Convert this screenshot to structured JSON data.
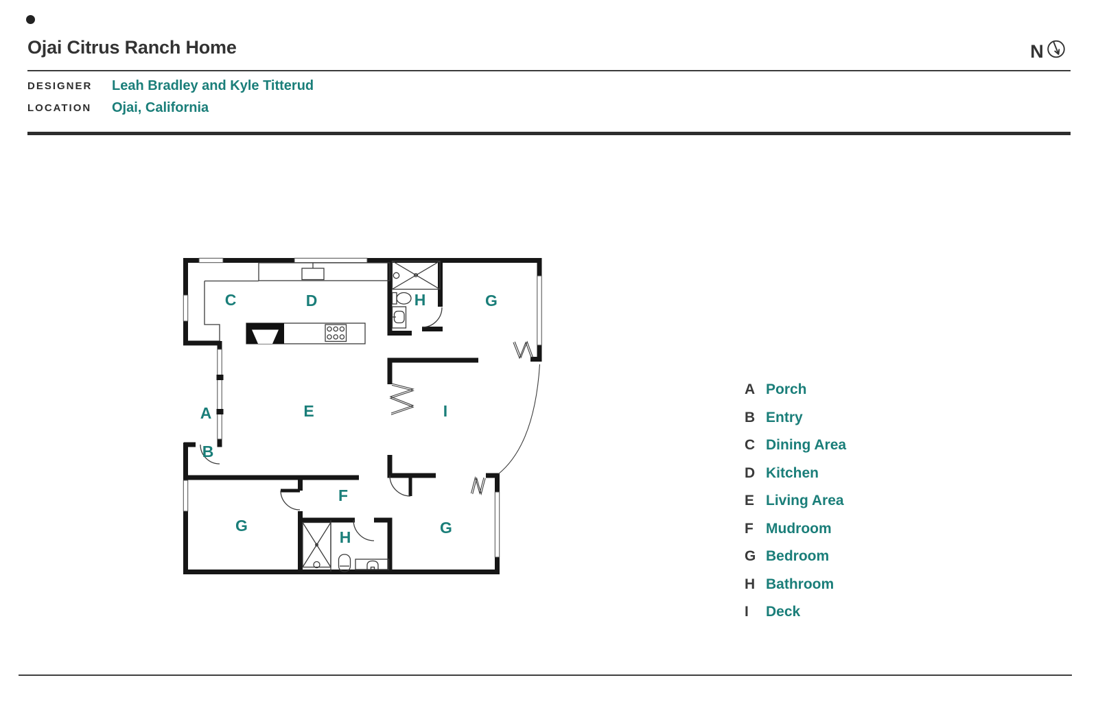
{
  "page": {
    "background_color": "#ffffff"
  },
  "colors": {
    "accent_teal": "#1A7E79",
    "text_dark": "#333333",
    "wall": "#161616",
    "rule": "#3a3a3a"
  },
  "header": {
    "title": "Ojai Citrus Ranch Home",
    "designer_label": "DESIGNER",
    "designer_value": "Leah Bradley and Kyle Titterud",
    "location_label": "LOCATION",
    "location_value": "Ojai, California",
    "north_indicator": "N"
  },
  "plan": {
    "room_labels": [
      {
        "letter": "C",
        "room": "Dining Area"
      },
      {
        "letter": "D",
        "room": "Kitchen"
      },
      {
        "letter": "H",
        "room": "Bathroom"
      },
      {
        "letter": "G",
        "room": "Bedroom"
      },
      {
        "letter": "A",
        "room": "Porch"
      },
      {
        "letter": "E",
        "room": "Living Area"
      },
      {
        "letter": "I",
        "room": "Deck"
      },
      {
        "letter": "B",
        "room": "Entry"
      },
      {
        "letter": "F",
        "room": "Mudroom"
      },
      {
        "letter": "G",
        "room": "Bedroom"
      },
      {
        "letter": "H",
        "room": "Bathroom"
      },
      {
        "letter": "G",
        "room": "Bedroom"
      }
    ]
  },
  "legend": {
    "items": [
      {
        "letter": "A",
        "name": "Porch"
      },
      {
        "letter": "B",
        "name": "Entry"
      },
      {
        "letter": "C",
        "name": "Dining Area"
      },
      {
        "letter": "D",
        "name": "Kitchen"
      },
      {
        "letter": "E",
        "name": "Living Area"
      },
      {
        "letter": "F",
        "name": "Mudroom"
      },
      {
        "letter": "G",
        "name": "Bedroom"
      },
      {
        "letter": "H",
        "name": "Bathroom"
      },
      {
        "letter": "I",
        "name": "Deck"
      }
    ]
  }
}
